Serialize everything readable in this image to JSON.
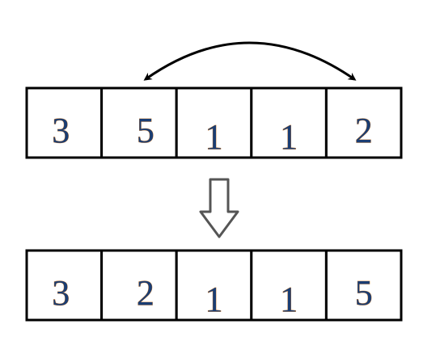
{
  "colors": {
    "digit": "#1a3d73",
    "digit_edge": "#c8782a",
    "border": "#000000",
    "swap_arrow": "#000000",
    "down_arrow": "#555555",
    "background": "#ffffff"
  },
  "before": {
    "cells": [
      "3",
      "5",
      "1",
      "1",
      "2"
    ]
  },
  "after": {
    "cells": [
      "3",
      "2",
      "1",
      "1",
      "5"
    ]
  },
  "swap": {
    "from_index": 1,
    "to_index": 4
  },
  "icons": {
    "swap": "curved-double-arrow-icon",
    "transition": "hollow-down-arrow-icon"
  }
}
